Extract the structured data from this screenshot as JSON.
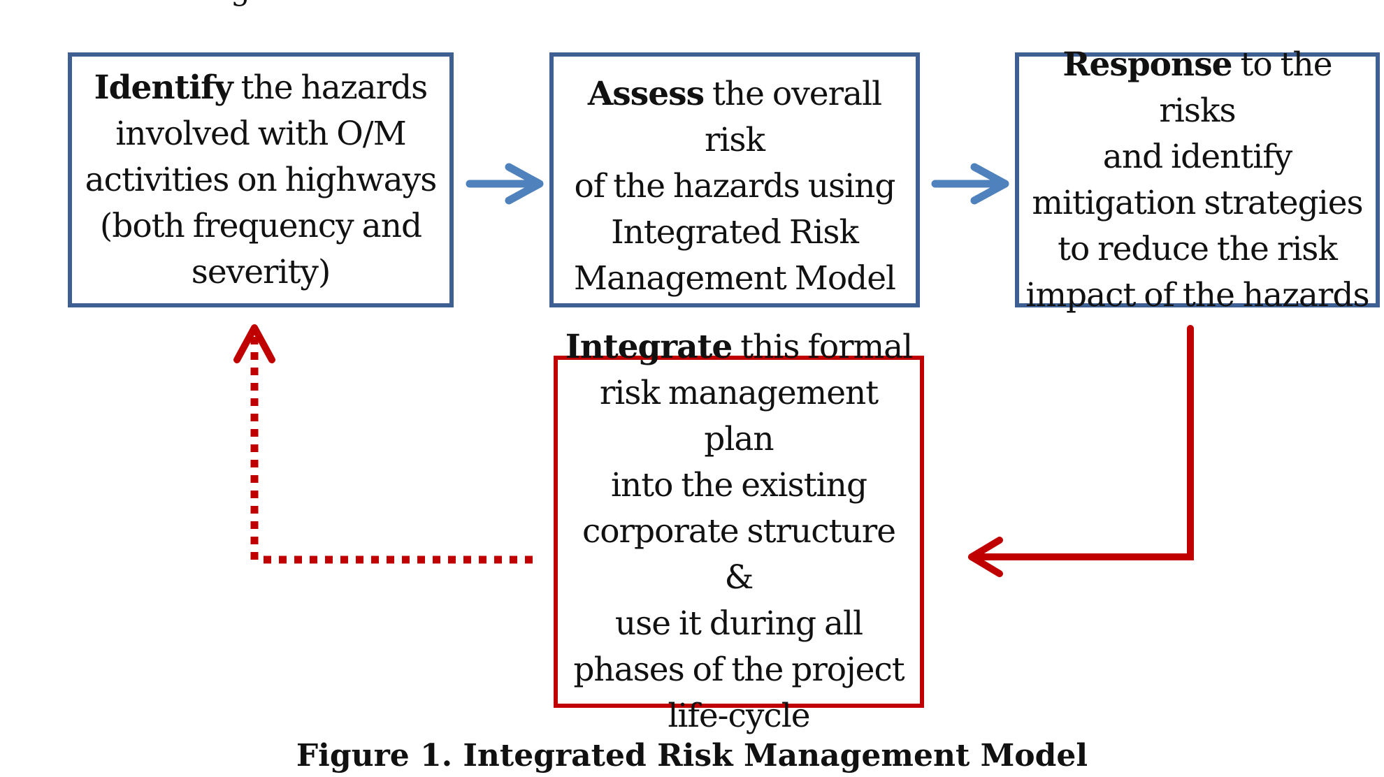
{
  "diagram": {
    "steps": [
      {
        "id": "identify",
        "bold": "Identify",
        "rest": " the hazards\ninvolved with O/M\nactivities on highways\n(both frequency and\nseverity)"
      },
      {
        "id": "assess",
        "bold": "Assess",
        "rest": " the overall risk\nof the hazards using\nIntegrated Risk\nManagement Model"
      },
      {
        "id": "response",
        "bold": "Response",
        "rest": " to the risks\nand identify\nmitigation strategies\nto reduce the risk\nimpact of the hazards"
      },
      {
        "id": "integrate",
        "bold": "Integrate",
        "rest": " this formal\nrisk management plan\ninto the existing\ncorporate structure &\nuse it during all\nphases of the project\nlife-cycle"
      }
    ],
    "caption": "Figure 1. Integrated Risk Management Model",
    "top_fragment": "g",
    "colors": {
      "blue_border": "#3d5f92",
      "blue_arrow": "#4f81bd",
      "red": "#c00000"
    }
  }
}
